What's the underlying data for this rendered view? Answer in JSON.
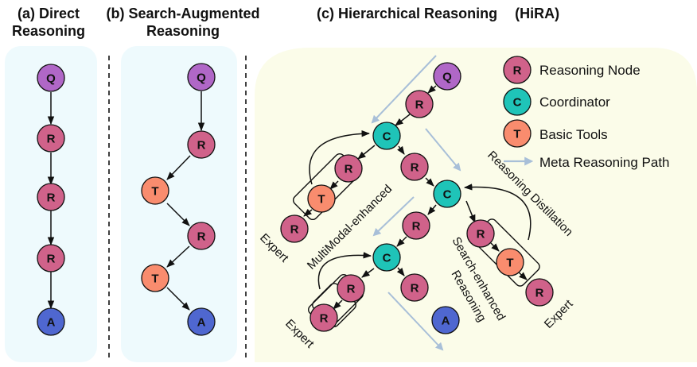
{
  "titles": {
    "a": "(a) Direct\nReasoning",
    "b": "(b) Search-Augmented\nReasoning",
    "c_main": "(c) Hierarchical Reasoning",
    "c_abbr": "(HiRA)"
  },
  "node_letters": {
    "query": "Q",
    "reasoning": "R",
    "coordinator": "C",
    "tool": "T",
    "answer": "A"
  },
  "legend": {
    "reasoning_node": "Reasoning Node",
    "coordinator": "Coordinator",
    "basic_tools": "Basic Tools",
    "meta_path": "Meta Reasoning Path"
  },
  "annotations": {
    "multimodal": "MultiModal-enhanced",
    "expert_1": "Expert",
    "expert_2": "Expert",
    "expert_3": "Expert",
    "search_line1": "Search-enhanced",
    "search_line2": "Reasoning",
    "distillation": "Reasoning Distillation"
  },
  "colors": {
    "query": "#b067c7",
    "reasoning": "#d0628a",
    "coordinator": "#1fc4b8",
    "tool": "#f98c6e",
    "answer": "#4f67d0",
    "panel_blue": "#eefafd",
    "panel_yellow": "#fbfce9",
    "meta_arrow": "#a8bfd8"
  }
}
